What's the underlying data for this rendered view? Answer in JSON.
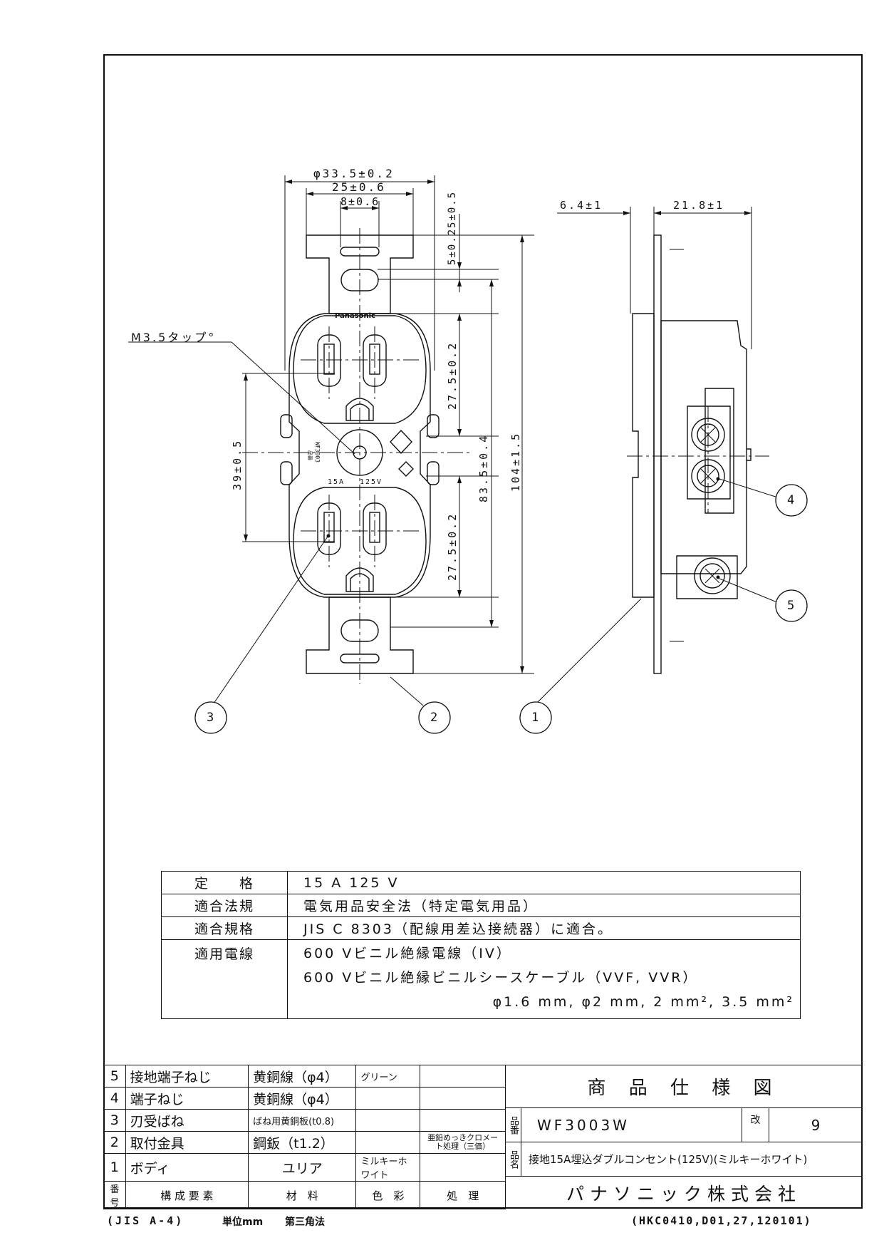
{
  "dimensions": {
    "d_outer": "φ33.5±0.2",
    "d_mid": "25±0.6",
    "d_inner": "8±0.6",
    "v_top_small": "5±0.5",
    "v_mount_hole": "5±0.2",
    "v_face_upper": "27.5±0.2",
    "v_face_lower": "27.5±0.2",
    "v_center": "39±0.5",
    "v_83": "83.5±0.4",
    "v_104": "104±1.5",
    "side_left": "6.4±1",
    "side_right": "21.8±1",
    "tap_label": "M3.5タップ°"
  },
  "device_marks": {
    "brand": "Panasonic",
    "rating_a": "15A",
    "rating_v": "125V",
    "model_vertical": "WF3003",
    "hinban": "品番"
  },
  "callouts": [
    "1",
    "2",
    "3",
    "4",
    "5"
  ],
  "spec": {
    "rows": [
      {
        "key": "定　　格",
        "lines": [
          "15 A 125 V"
        ]
      },
      {
        "key": "適合法規",
        "lines": [
          "電気用品安全法（特定電気用品）"
        ]
      },
      {
        "key": "適合規格",
        "lines": [
          "JIS C 8303（配線用差込接続器）に適合。"
        ]
      },
      {
        "key": "適用電線",
        "lines": [
          "600 Vビニル絶縁電線（IV）",
          "600 Vビニル絶縁ビニルシースケーブル（VVF, VVR）",
          "φ1.6 mm, φ2 mm, 2 mm², 3.5 mm²"
        ]
      }
    ]
  },
  "parts": {
    "rows": [
      {
        "no": "5",
        "name": "接地端子ねじ",
        "material": "黄銅線（φ4）",
        "color": "グリーン",
        "treatment": ""
      },
      {
        "no": "4",
        "name": "端子ねじ",
        "material": "黄銅線（φ4）",
        "color": "",
        "treatment": ""
      },
      {
        "no": "3",
        "name": "刃受ばね",
        "material": "ばね用黄銅板(t0.8)",
        "color": "",
        "treatment": ""
      },
      {
        "no": "2",
        "name": "取付金具",
        "material": "鋼鈑（t1.2）",
        "color": "",
        "treatment": "亜鉛めっきクロメート処理（三価）"
      },
      {
        "no": "1",
        "name": "ボディ",
        "material": "ユリア",
        "color": "ミルキーホワイト",
        "treatment": ""
      }
    ],
    "header": {
      "no": "番号",
      "name": "構 成 要 素",
      "material": "材　料",
      "color": "色　彩",
      "treatment": "処　理"
    }
  },
  "title_block": {
    "title": "商 品 仕 様 図",
    "hinban_label": "品番",
    "hinban": "WF3003W",
    "rev_label": "改",
    "rev": "9",
    "hinmei_label": "品名",
    "hinmei": "接地15A埋込ダブルコンセント(125V)(ミルキーホワイト)",
    "company": "パナソニック株式会社"
  },
  "footer": {
    "paper": "(JIS A-4)",
    "unit": "単位mm",
    "projection": "第三角法",
    "code": "(HKC0410,D01,27,120101)"
  }
}
